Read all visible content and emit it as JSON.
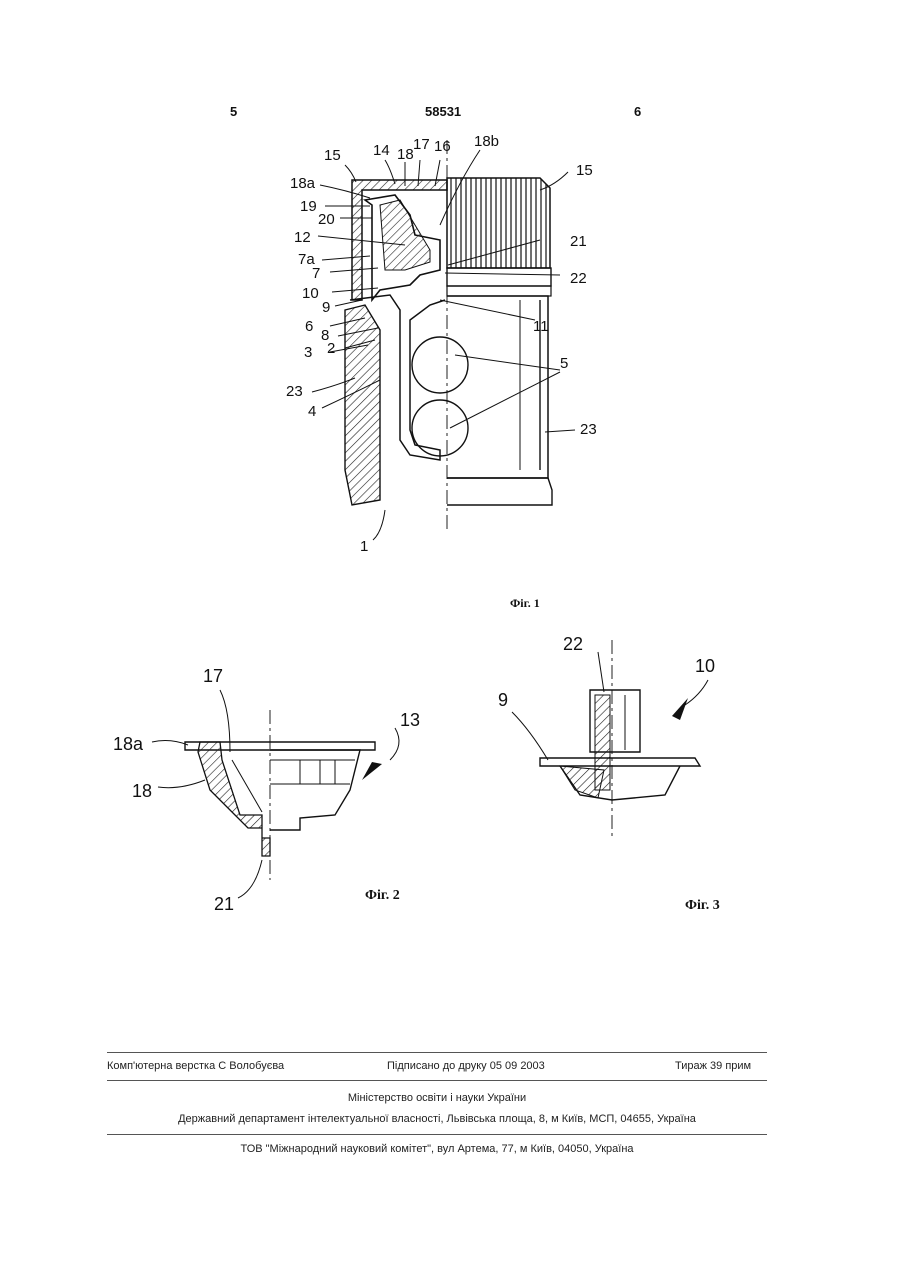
{
  "header": {
    "page_left": "5",
    "patent_number": "58531",
    "page_right": "6"
  },
  "figures": {
    "fig1": {
      "caption": "Фіг. 1",
      "labels": [
        "15",
        "14",
        "18",
        "17",
        "16",
        "18b",
        "15",
        "18a",
        "19",
        "20",
        "21",
        "12",
        "7a",
        "22",
        "7",
        "10",
        "9",
        "11",
        "6",
        "8",
        "3",
        "2",
        "5",
        "23",
        "4",
        "23",
        "1"
      ]
    },
    "fig2": {
      "caption": "Фіг. 2",
      "labels": [
        "17",
        "13",
        "18a",
        "18",
        "21"
      ]
    },
    "fig3": {
      "caption": "Фіг. 3",
      "labels": [
        "22",
        "10",
        "9"
      ]
    }
  },
  "footer": {
    "typesetting": "Комп'ютерна верстка С  Волобуєва",
    "signed": "Підписано до друку 05 09 2003",
    "circulation": "Тираж 39 прим",
    "ministry": "Міністерство освіти і науки України",
    "department": "Державний департамент інтелектуальної власності, Львівська площа, 8, м  Київ, МСП, 04655, Україна",
    "company": "ТОВ \"Міжнародний науковий комітет\", вул  Артема, 77, м  Київ, 04050, Україна"
  }
}
